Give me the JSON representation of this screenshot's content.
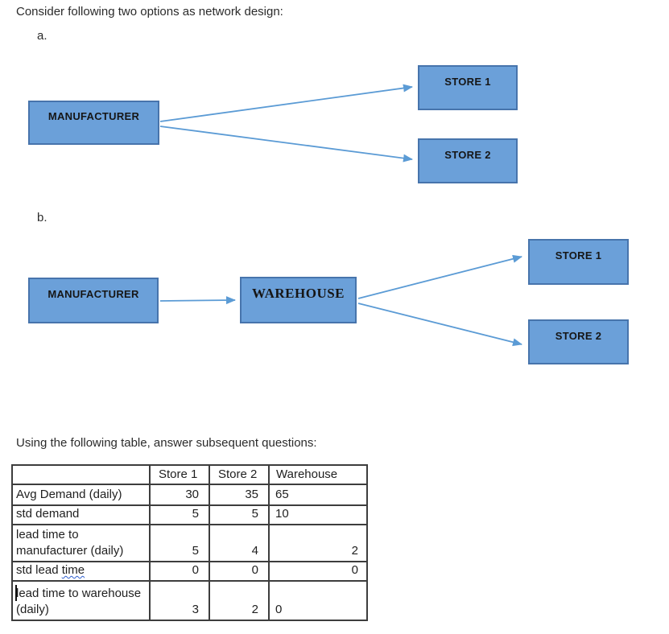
{
  "page": {
    "intro": "Consider following two options as network design:",
    "option_a_label": "a.",
    "option_b_label": "b.",
    "table_intro": "Using the following table, answer subsequent questions:"
  },
  "colors": {
    "node_fill": "#6ba0d9",
    "node_border": "#4774ac",
    "arrow": "#5b9bd5"
  },
  "diagram_a": {
    "manufacturer": "MANUFACTURER",
    "store1": "STORE 1",
    "store2": "STORE 2"
  },
  "diagram_b": {
    "manufacturer": "MANUFACTURER",
    "warehouse": "WAREHOUSE",
    "store1": "STORE 1",
    "store2": "STORE 2"
  },
  "table": {
    "headers": [
      "",
      "Store 1",
      "Store 2",
      "Warehouse"
    ],
    "rows": [
      {
        "label": "Avg Demand (daily)",
        "store1": "30",
        "store2": "35",
        "warehouse": "65"
      },
      {
        "label": "std demand",
        "store1": "5",
        "store2": "5",
        "warehouse": "10"
      },
      {
        "label": "lead time to manufacturer (daily)",
        "store1": "5",
        "store2": "4",
        "warehouse": "2"
      },
      {
        "label_main": "std lead ",
        "label_wavy": "time",
        "store1": "0",
        "store2": "0",
        "warehouse": "0"
      },
      {
        "label": "lead time to warehouse (daily)",
        "store1": "3",
        "store2": "2",
        "warehouse": "0"
      }
    ]
  }
}
